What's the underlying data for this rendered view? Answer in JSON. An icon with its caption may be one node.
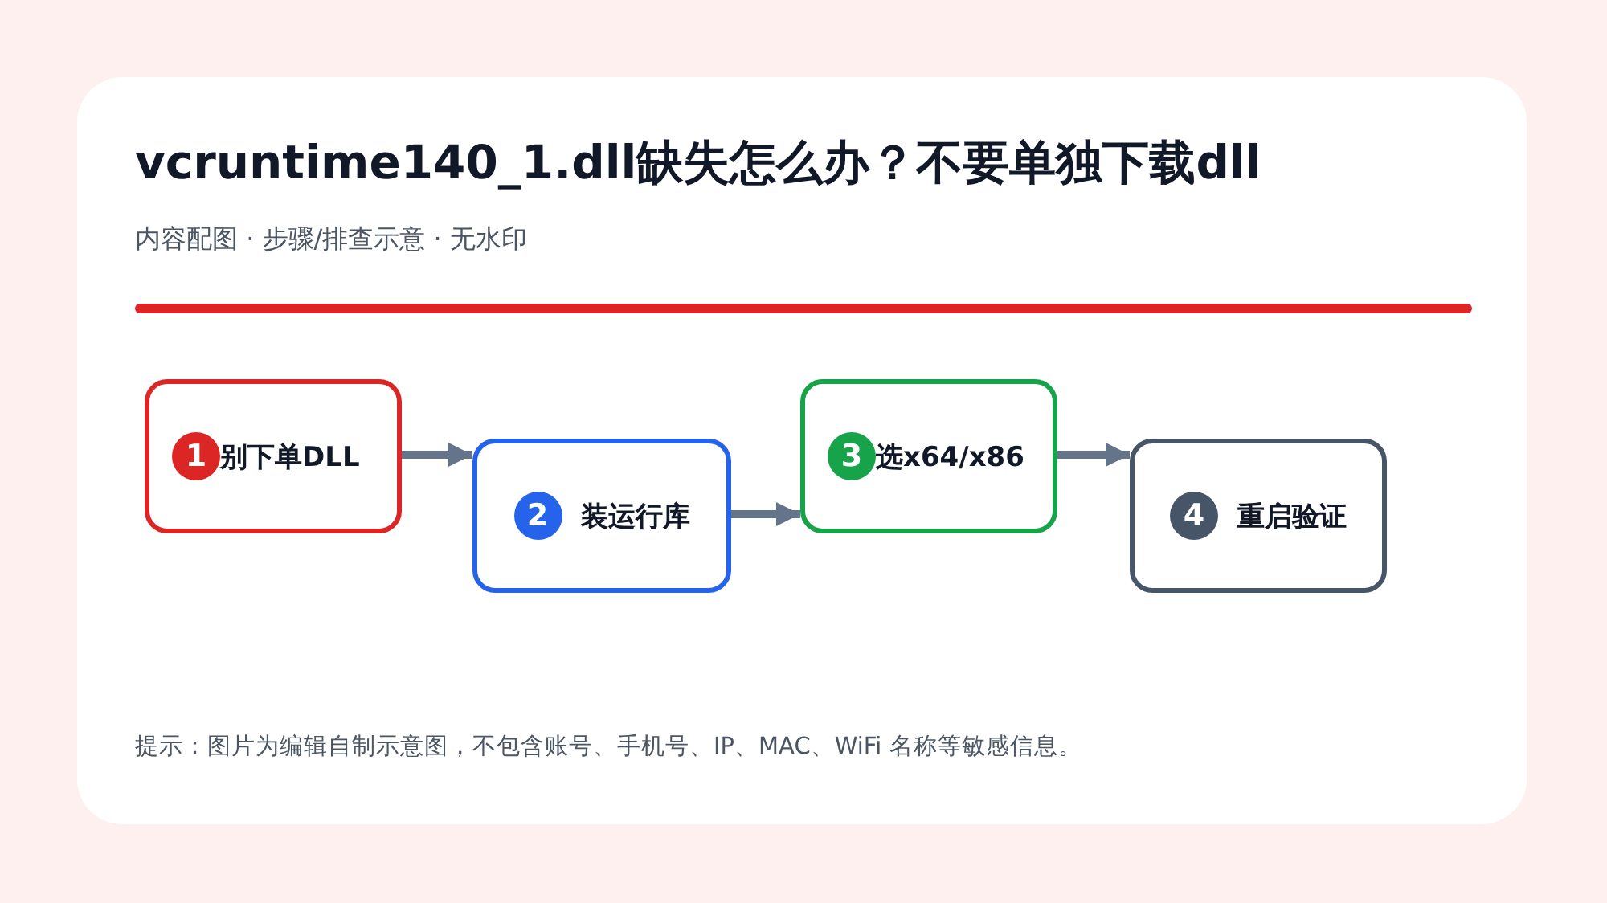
{
  "diagram": {
    "title": "vcruntime140_1.dll缺失怎么办？不要单独下载dll",
    "nodes": [
      {
        "text": [
          "1",
          "别下单DLL"
        ]
      },
      {
        "text": [
          "2",
          "装运行库"
        ]
      },
      {
        "text": [
          "3",
          "选x64/x86"
        ]
      },
      {
        "text": [
          "4",
          "重启验证"
        ]
      }
    ],
    "edges": [
      {
        "from": 0,
        "to": 1,
        "arrow": "to"
      },
      {
        "from": 1,
        "to": 2,
        "arrow": "to"
      },
      {
        "from": 2,
        "to": 3,
        "arrow": "to"
      }
    ],
    "labels": [
      "内容配图 · 步骤/排查示意 · 无水印",
      "提示：图片为编辑自制示意图，不包含账号、手机号、IP、MAC、WiFi 名称等敏感信息。"
    ]
  }
}
